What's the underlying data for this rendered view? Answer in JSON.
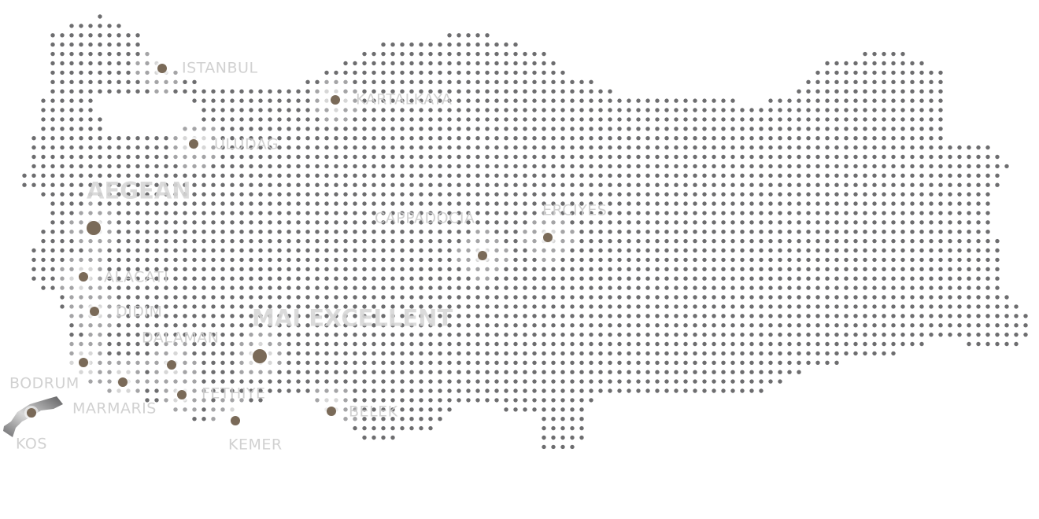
{
  "map": {
    "dot_color": "#6d6d6f",
    "marker_color": "#7a6a58",
    "label_color": "#cdcdcd"
  },
  "regions": {
    "aegean": "AEGEAN",
    "mai_excellent": "MAI EXCELLENT"
  },
  "locations": {
    "istanbul": "ISTANBUL",
    "kartalkaya": "KARTALKAYA",
    "uludag": "ULUDAG",
    "cappadocia": "CAPPADOCIA",
    "erciyes": "ERCIYES",
    "alacati": "ALACATI",
    "didim": "DIDIM",
    "dalaman": "DALAMAN",
    "bodrum": "BODRUM",
    "marmaris": "MARMARIS",
    "fethiye": "FETHIYE",
    "belek": "BELEK",
    "kos": "KOS",
    "kemer": "KEMER"
  }
}
